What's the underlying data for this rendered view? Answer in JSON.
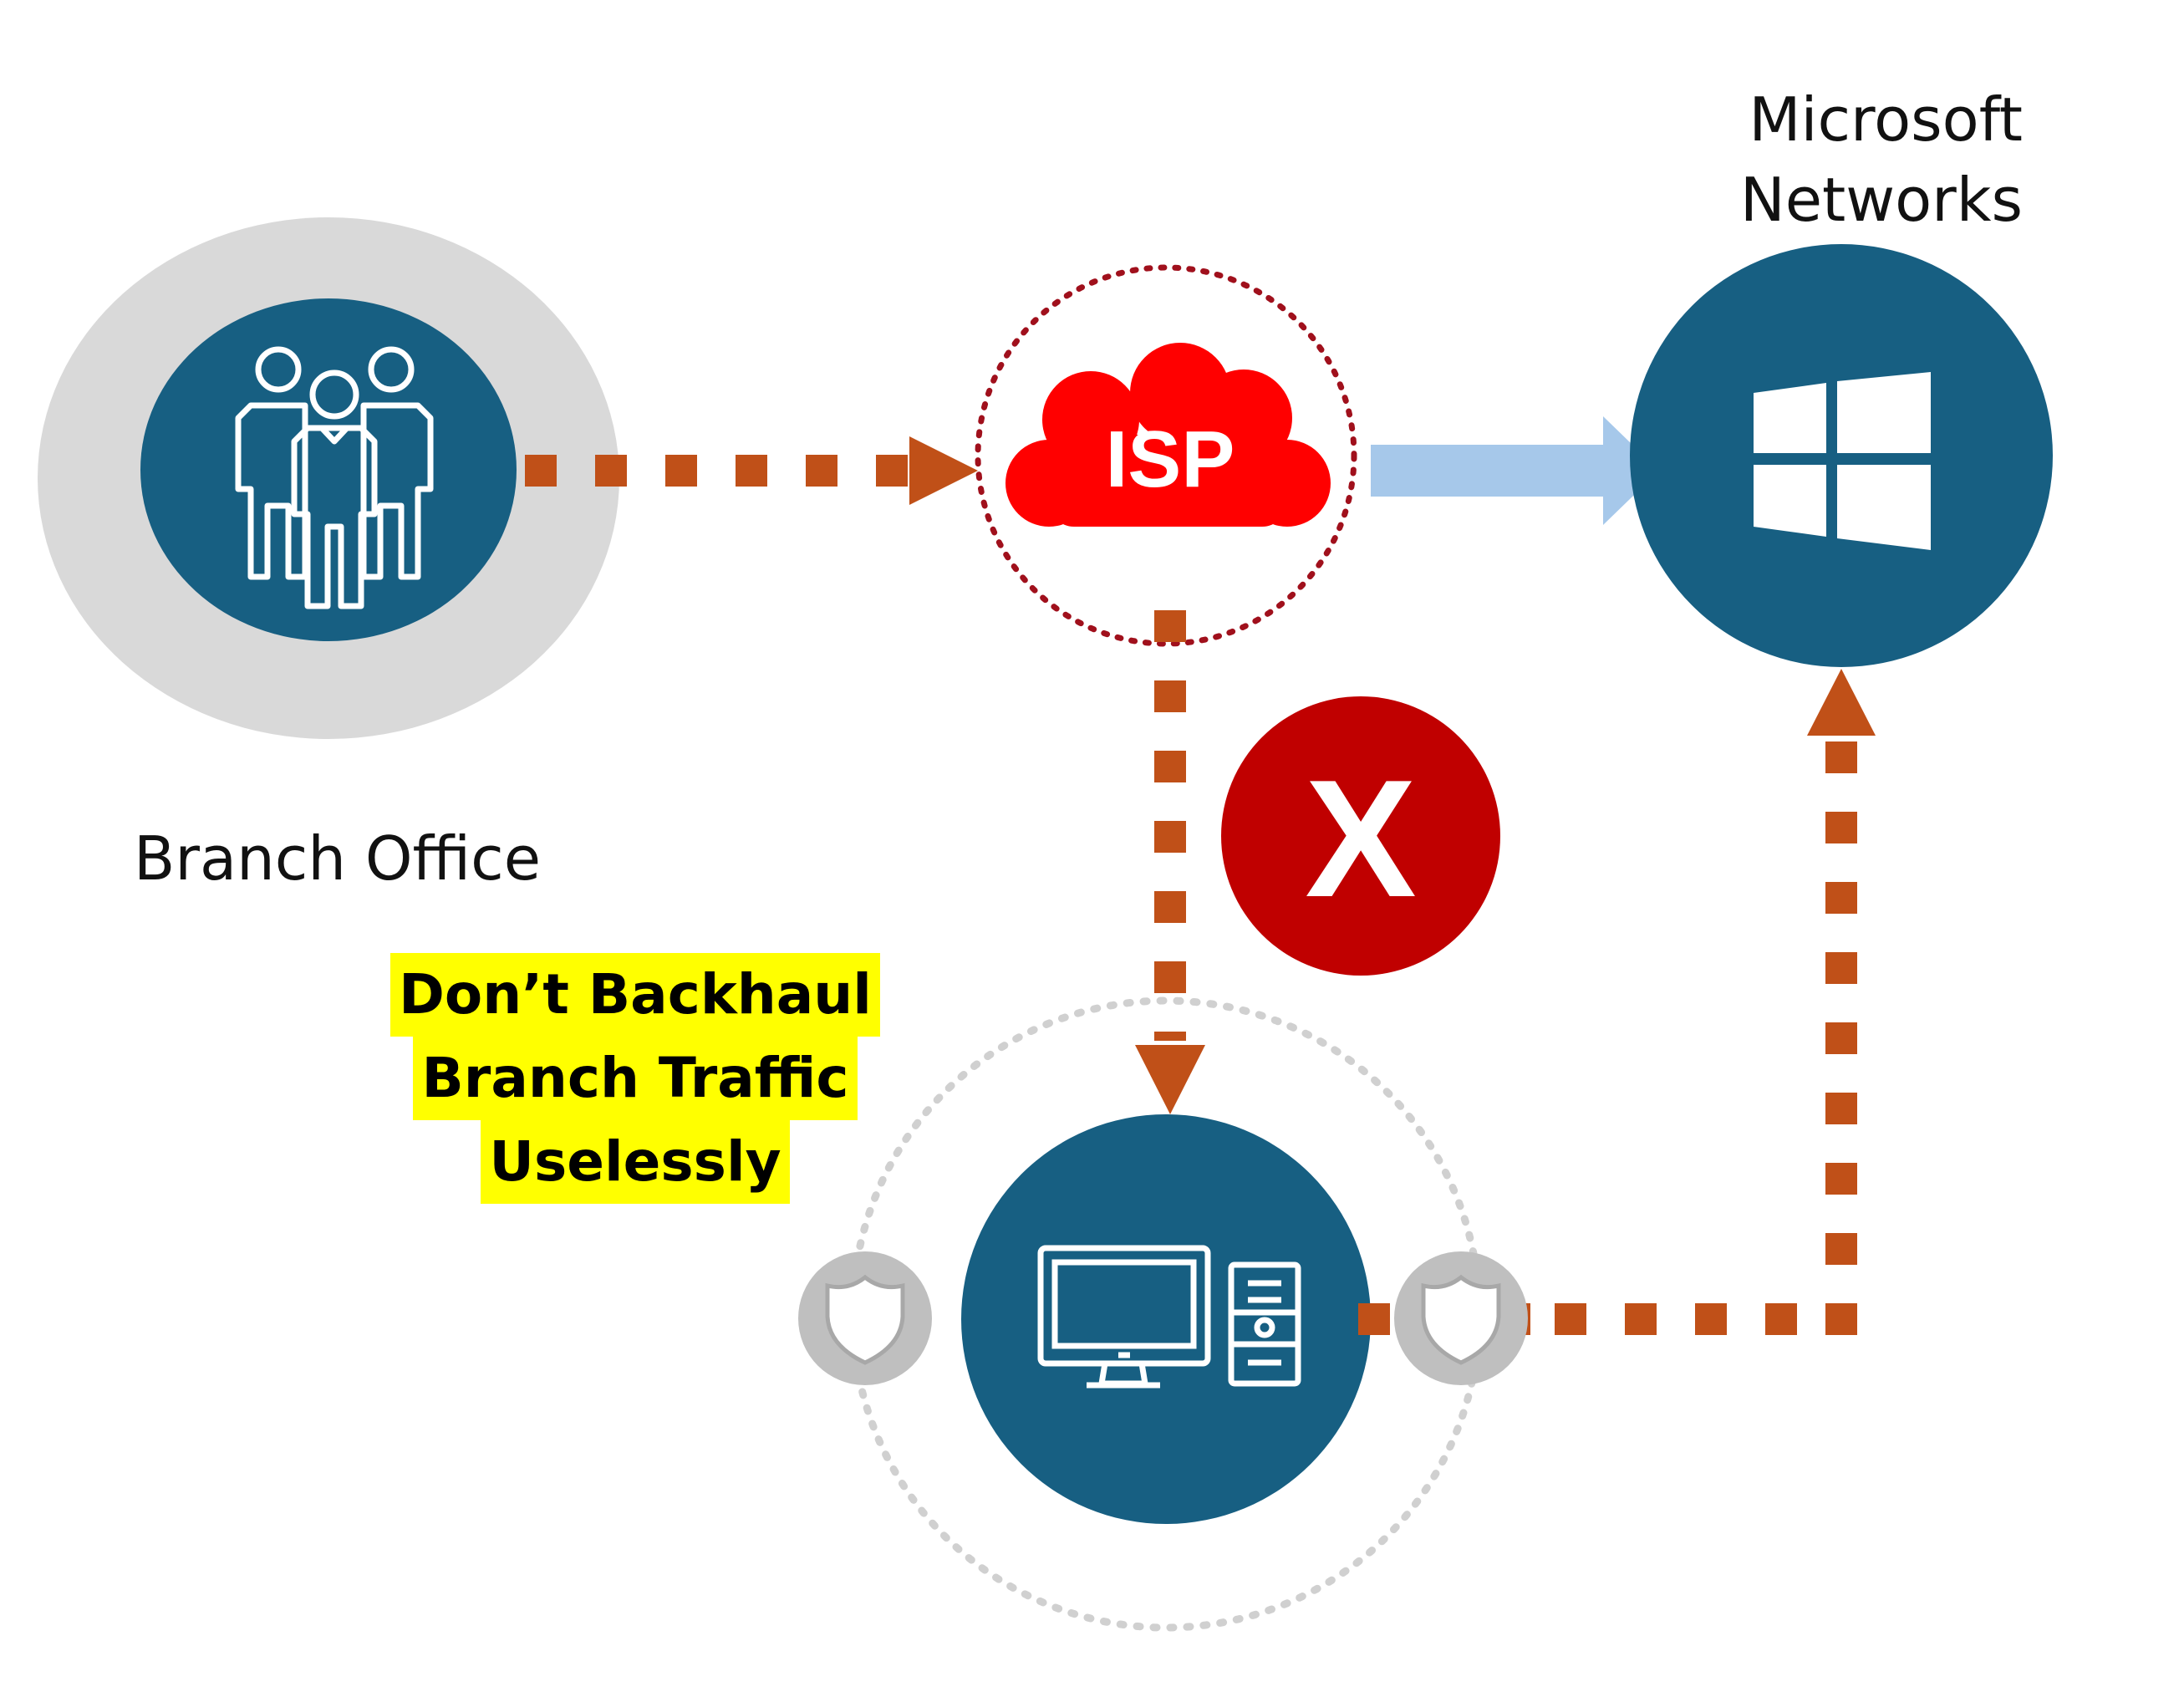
{
  "labels": {
    "branch_office": "Branch Office",
    "ms_line1": "Microsoft",
    "ms_line2": "Networks",
    "isp": "ISP",
    "blocked": "X"
  },
  "warning": {
    "line1": "Don’t Backhaul",
    "line2": "Branch Traffic",
    "line3": "Uselessly"
  },
  "icons": {
    "branch": "people-group-icon",
    "isp": "cloud-icon",
    "microsoft": "windows-logo-icon",
    "datacenter": "desktop-computer-icon",
    "firewall": "shield-icon"
  },
  "colors": {
    "node_fill": "#175f82",
    "halo": "#d9d9d9",
    "dashed_arrow": "#c05018",
    "isp_cloud": "#ff0000",
    "isp_ring": "#a0101c",
    "direct_arrow": "#a6c8ea",
    "blocked_badge": "#c00000",
    "highlight": "#ffff00",
    "shield_badge": "#bfbfbf"
  }
}
